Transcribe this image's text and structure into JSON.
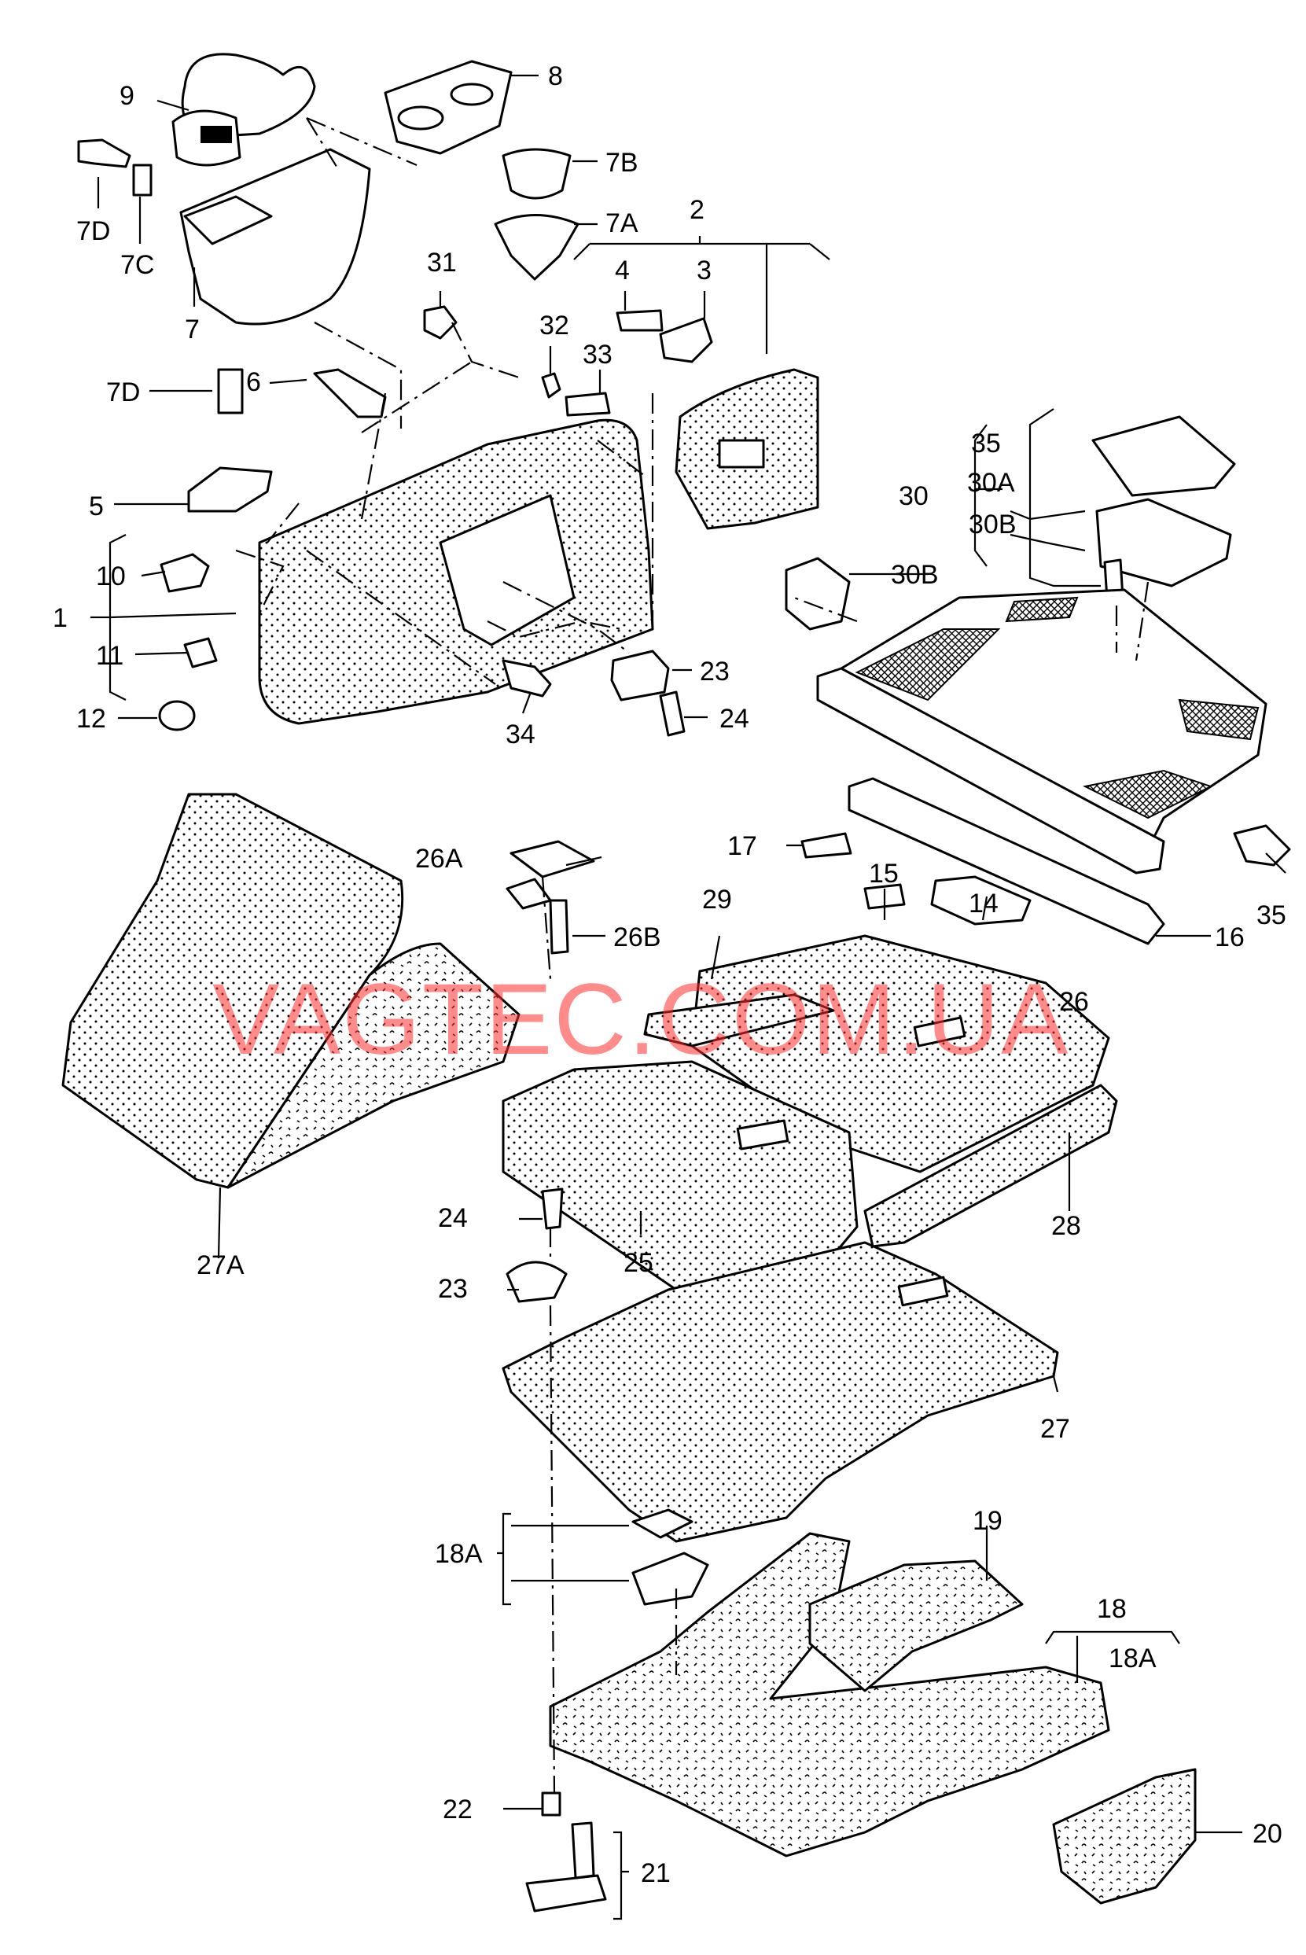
{
  "watermark": "VAGTEC.COM.UA",
  "labels": {
    "l8": "8",
    "l9": "9",
    "l7B": "7B",
    "l7A": "7A",
    "l7D_a": "7D",
    "l7C": "7C",
    "l7": "7",
    "l7D_b": "7D",
    "l6": "6",
    "l5": "5",
    "l10": "10",
    "l1": "1",
    "l11": "11",
    "l12": "12",
    "l31": "31",
    "l32": "32",
    "l33": "33",
    "l2": "2",
    "l4": "4",
    "l3": "3",
    "l34": "34",
    "l23_a": "23",
    "l24_a": "24",
    "l35_a": "35",
    "l30A": "30A",
    "l30": "30",
    "l30B_a": "30B",
    "l30B_b": "30B",
    "l26A": "26A",
    "l26B": "26B",
    "l29": "29",
    "l17": "17",
    "l15": "15",
    "l14": "14",
    "l16": "16",
    "l35_b": "35",
    "l26": "26",
    "l27A": "27A",
    "l24_b": "24",
    "l25": "25",
    "l28": "28",
    "l23_b": "23",
    "l27": "27",
    "l18A_a": "18A",
    "l19": "19",
    "l18": "18",
    "l18A_b": "18A",
    "l22": "22",
    "l21": "21",
    "l20": "20"
  }
}
